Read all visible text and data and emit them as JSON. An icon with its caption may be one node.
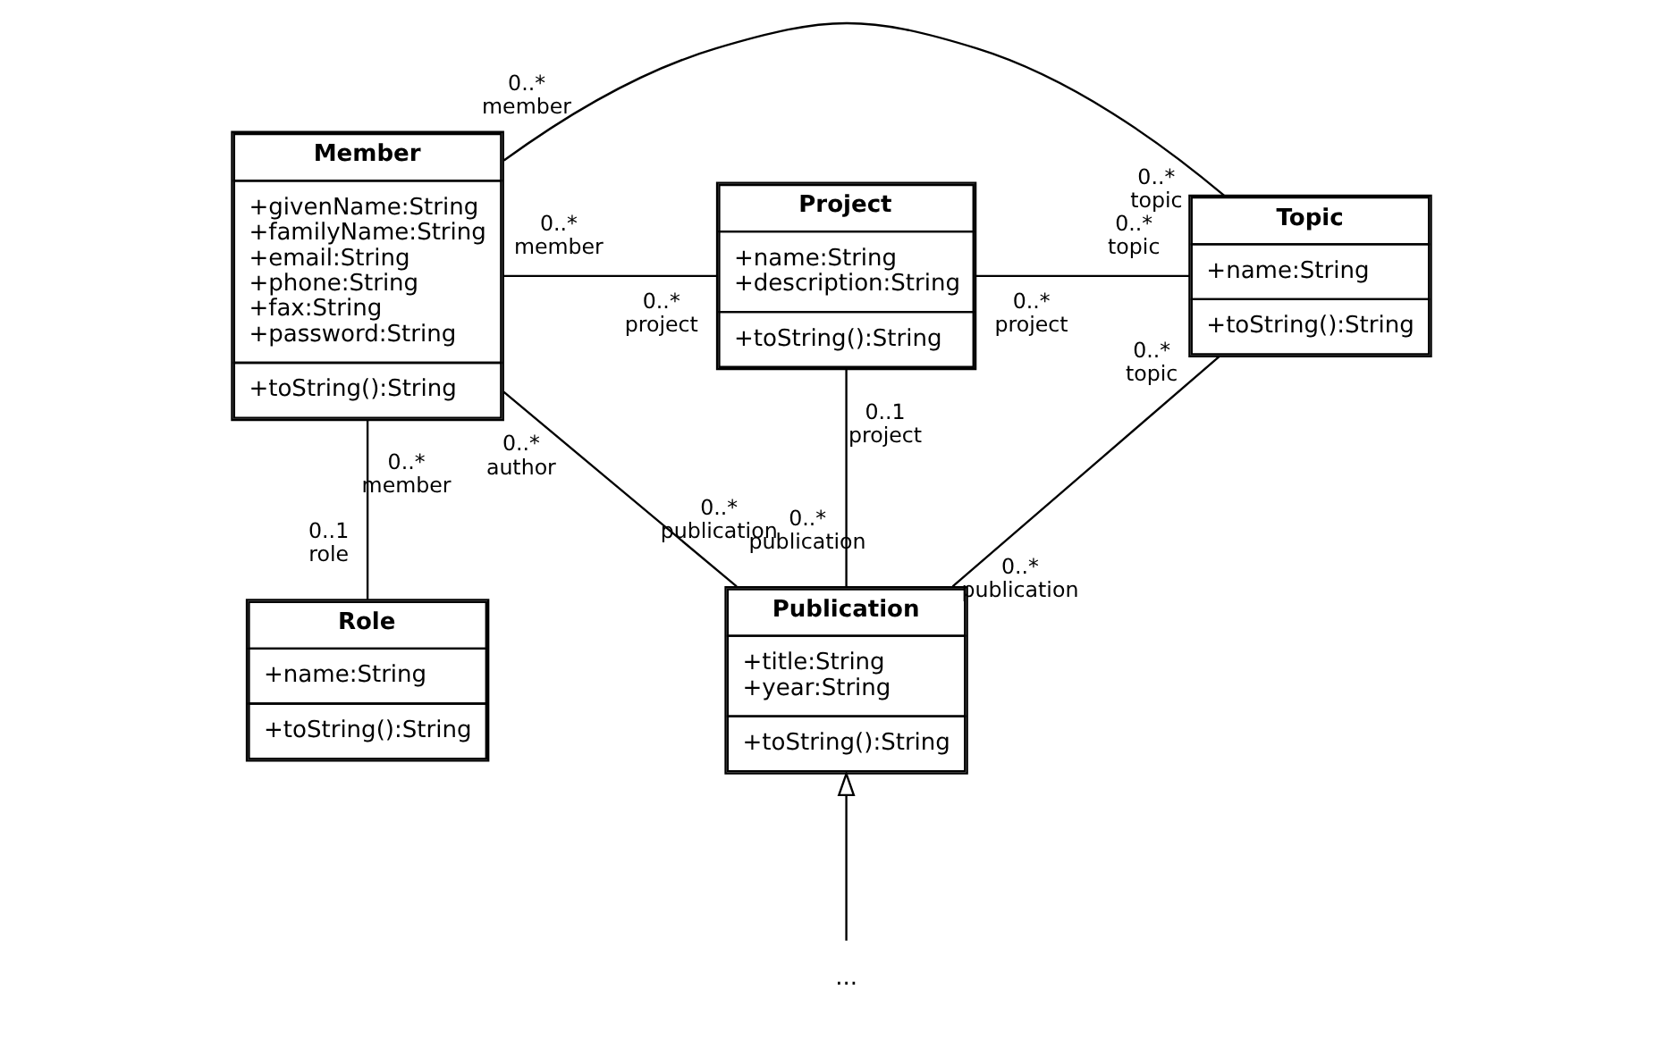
{
  "diagram": {
    "nodes": [
      {
        "text": [
          "Member",
          "+givenName:String",
          "+familyName:String",
          "+email:String",
          "+phone:String",
          "+fax:String",
          "+password:String",
          "+toString():String"
        ],
        "beside": [
          "0..*",
          "member",
          "0..*",
          "member",
          "0..*",
          "member",
          "0..*",
          "author"
        ]
      },
      {
        "text": [
          "Project",
          "+name:String",
          "+description:String",
          "+toString():String"
        ],
        "beside": [
          "0..*",
          "project",
          "0..*",
          "project",
          "0..1",
          "project"
        ]
      },
      {
        "text": [
          "Topic",
          "+name:String",
          "+toString():String"
        ],
        "beside": [
          "0..*",
          "topic",
          "0..*",
          "topic",
          "0..*",
          "topic"
        ]
      },
      {
        "text": [
          "Role",
          "+name:String",
          "+toString():String"
        ],
        "beside": [
          "0..1",
          "role"
        ]
      },
      {
        "text": [
          "Publication",
          "+title:String",
          "+year:String",
          "+toString():String"
        ],
        "beside": [
          "0..*",
          "publication",
          "0..*",
          "publication",
          "0..*",
          "publication"
        ]
      },
      {
        "text": [
          "..."
        ]
      }
    ],
    "edges": [
      {
        "from": 0,
        "to": 1,
        "arrow": "none"
      },
      {
        "from": 1,
        "to": 2,
        "arrow": "none"
      },
      {
        "from": 0,
        "to": 2,
        "arrow": "none"
      },
      {
        "from": 1,
        "to": 4,
        "arrow": "none"
      },
      {
        "from": 0,
        "to": 3,
        "arrow": "none"
      },
      {
        "from": 0,
        "to": 4,
        "arrow": "none"
      },
      {
        "from": 2,
        "to": 4,
        "arrow": "none"
      },
      {
        "from": 5,
        "to": 4,
        "arrow": "to"
      }
    ]
  }
}
